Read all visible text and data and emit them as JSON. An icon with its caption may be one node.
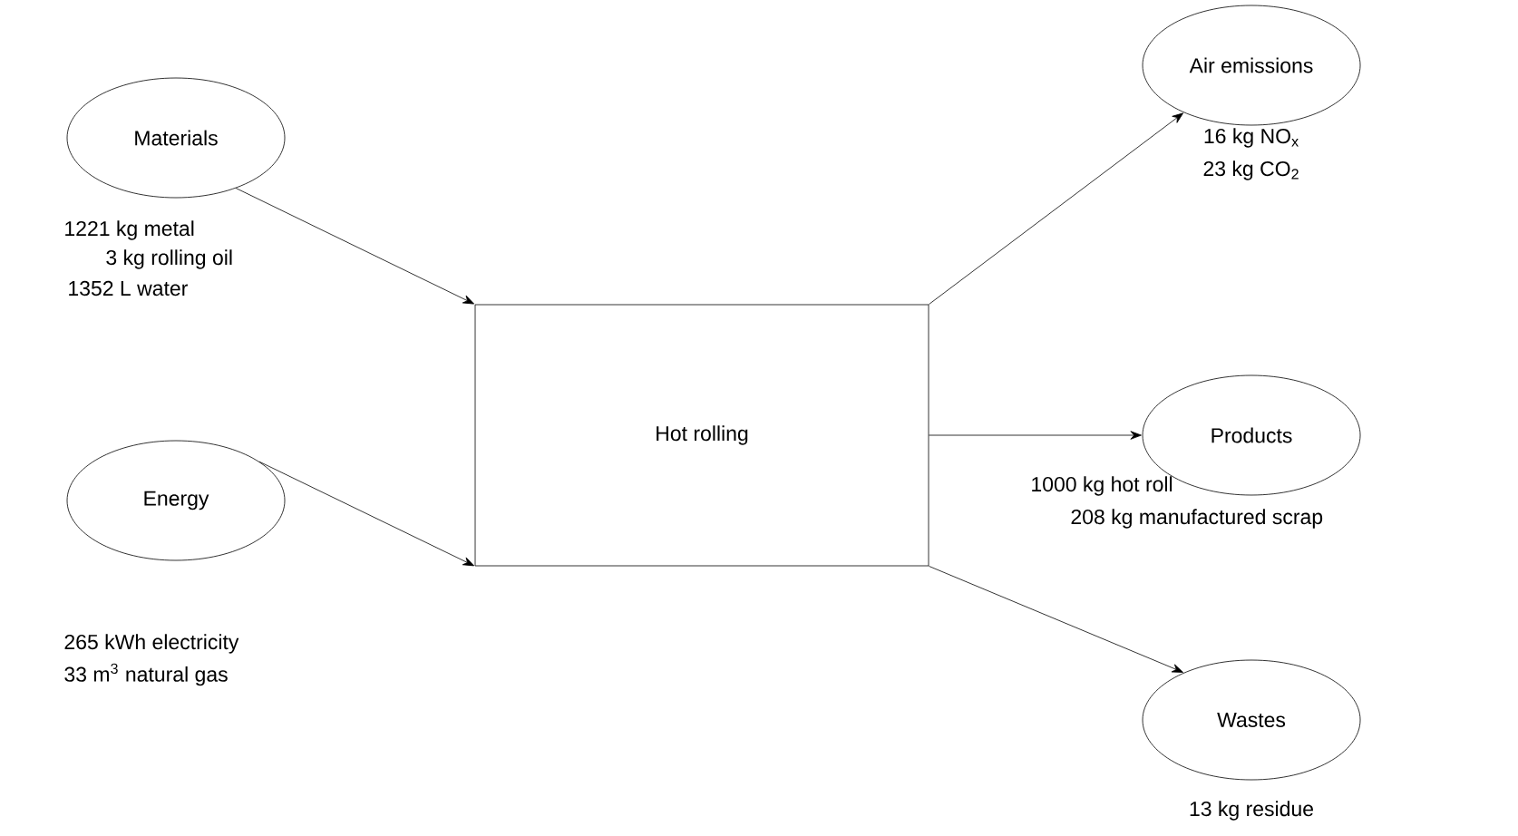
{
  "diagram": {
    "nodes": [
      {
        "text": [
          "Materials"
        ],
        "beside": [
          "1221 kg metal",
          "3 kg rolling oil",
          "1352 L water"
        ]
      },
      {
        "text": [
          "Energy"
        ],
        "beside": [
          "265 kWh electricity",
          "33 m$^{3}$ natural gas"
        ]
      },
      {
        "text": [
          "Hot rolling"
        ]
      },
      {
        "text": [
          "Air emissions"
        ],
        "beside": [
          "16 kg NO$_{x}$",
          "23 kg CO$_{2}$"
        ]
      },
      {
        "text": [
          "Products"
        ],
        "beside": [
          "1000 kg hot roll",
          "208 kg manufactured scrap"
        ]
      },
      {
        "text": [
          "Wastes"
        ],
        "beside": [
          "13 kg residue"
        ]
      }
    ],
    "edges": [
      {
        "from": 0,
        "to": 2,
        "arrow": "to"
      },
      {
        "from": 1,
        "to": 2,
        "arrow": "to"
      },
      {
        "from": 2,
        "to": 3,
        "arrow": "to"
      },
      {
        "from": 2,
        "to": 4,
        "arrow": "to"
      },
      {
        "from": 2,
        "to": 5,
        "arrow": "to"
      }
    ]
  }
}
